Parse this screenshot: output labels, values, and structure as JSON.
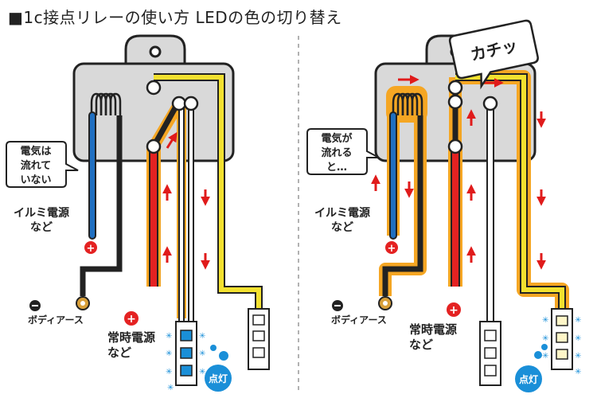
{
  "title": "■1c接点リレーの使い方  LEDの色の切り替え",
  "left": {
    "bubble": [
      "電気は",
      "流れて",
      "いない"
    ],
    "illumi": [
      "イルミ電源",
      "など"
    ],
    "jouji": [
      "常時電源",
      "など"
    ],
    "body": "ボディアース",
    "tento": "点灯"
  },
  "right": {
    "click": "カチッ",
    "bubble": [
      "電気が",
      "流れる",
      "と…"
    ],
    "illumi": [
      "イルミ電源",
      "など"
    ],
    "jouji": [
      "常時電源",
      "など"
    ],
    "body": "ボディアース",
    "tento": "点灯"
  },
  "colors": {
    "blue": "#1f6fc1",
    "red": "#e42222",
    "yellow": "#f3e12f",
    "orange_glow": "#f5a623",
    "arrow": "#e01b1b",
    "led_blue": "#1a8fd8",
    "led_warm": "#fff6c8"
  }
}
